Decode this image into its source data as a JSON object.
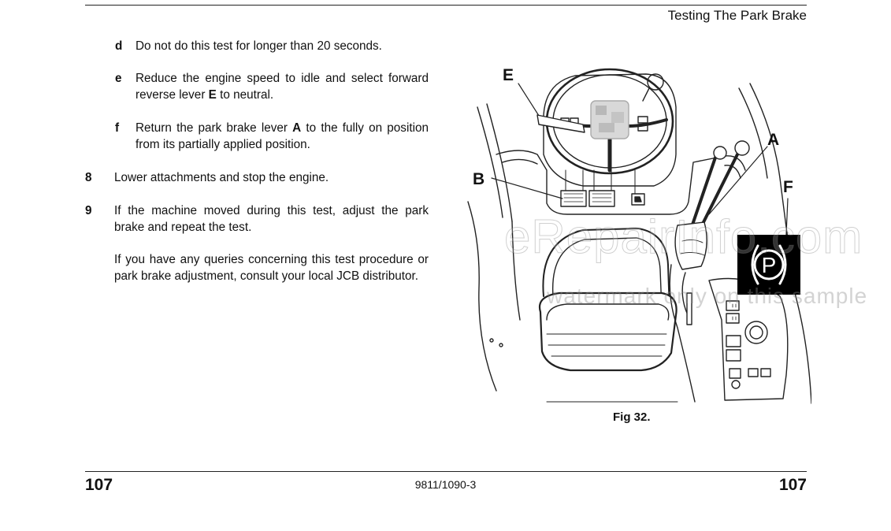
{
  "header": {
    "title": "Testing The Park Brake"
  },
  "steps": {
    "d": {
      "label": "d",
      "text": "Do not do this test for longer than 20 seconds."
    },
    "e": {
      "label": "e",
      "pre": "Reduce the engine speed to idle and select forward reverse lever ",
      "bold": "E",
      "post": " to neutral."
    },
    "f": {
      "label": "f",
      "pre": "Return the park brake lever ",
      "bold": "A",
      "post": " to the fully on position from its partially applied position."
    },
    "s8": {
      "label": "8",
      "text": "Lower attachments and stop the engine."
    },
    "s9": {
      "label": "9",
      "text": "If the machine moved during this test, adjust the park brake and repeat the test."
    },
    "note": {
      "text": "If you have any queries concerning this test procedure or park brake adjustment, consult your local JCB distributor."
    }
  },
  "figure": {
    "caption": "Fig 32.",
    "callouts": {
      "e": "E",
      "b": "B",
      "a": "A",
      "f": "F"
    },
    "park_symbol": "P"
  },
  "watermark": {
    "main": "eRepairInfo.com",
    "sub": "watermark only on this sample"
  },
  "footer": {
    "page_left": "107",
    "doc_number": "9811/1090-3",
    "page_right": "107"
  }
}
